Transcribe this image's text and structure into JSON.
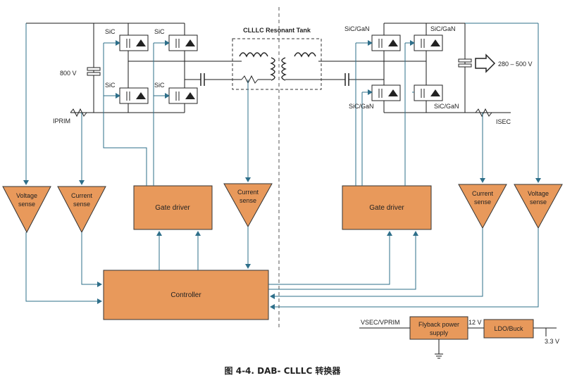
{
  "diagram": {
    "tank_title": "CLLLC Resonant Tank",
    "switch_sic": "SiC",
    "switch_sicgan": "SiC/GaN",
    "v_in": "800 V",
    "v_out": "280 – 500 V",
    "iprim": "IPRIM",
    "isec": "ISEC",
    "voltage_sense": [
      "Voltage",
      "sense"
    ],
    "current_sense": [
      "Current",
      "sense"
    ],
    "gate_driver": "Gate driver",
    "controller": "Controller",
    "vsec_vprim": "VSEC/VPRIM",
    "flyback": [
      "Flyback power",
      "supply"
    ],
    "v12": "12 V",
    "ldo": "LDO/Buck",
    "v33": "3.3 V"
  },
  "caption": "图 4-4. DAB- CLLLC 转换器",
  "colors": {
    "block_fill": "#E8995B",
    "signal_line": "#2E6F8A",
    "wire": "#1a1a1a"
  }
}
